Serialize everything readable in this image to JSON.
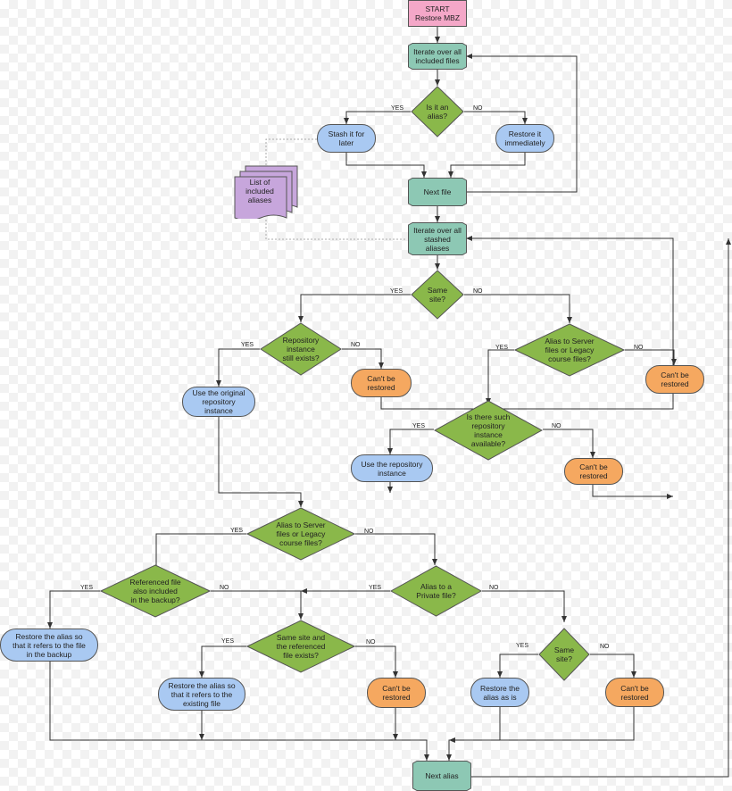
{
  "colors": {
    "start": "#f4a7c8",
    "process": "#8dc8b4",
    "decision": "#8ab84a",
    "blue": "#a9c9f2",
    "orange": "#f5a860",
    "doc": "#c7a6dc",
    "edge": "#333333"
  },
  "edge_labels": {
    "yes": "YES",
    "no": "NO"
  },
  "nodes": [
    {
      "id": "start",
      "kind": "start",
      "name": "start-node",
      "text": "START\nRestore MBZ"
    },
    {
      "id": "iter1",
      "kind": "process",
      "name": "iterate-files-node",
      "text": "Iterate over all\nincluded files"
    },
    {
      "id": "d_alias",
      "kind": "decision",
      "name": "is-alias-decision",
      "text": "Is it an\nalias?"
    },
    {
      "id": "stash",
      "kind": "blue",
      "name": "stash-node",
      "text": "Stash it for\nlater"
    },
    {
      "id": "restore_imm",
      "kind": "blue",
      "name": "restore-immediately-node",
      "text": "Restore it\nimmediately"
    },
    {
      "id": "doc",
      "kind": "doc",
      "name": "included-aliases-document",
      "text": "List of included\naliases"
    },
    {
      "id": "next_file",
      "kind": "process",
      "name": "next-file-node",
      "text": "Next file"
    },
    {
      "id": "iter2",
      "kind": "process",
      "name": "iterate-stashed-node",
      "text": "Iterate over all\nstashed\naliases"
    },
    {
      "id": "d_same1",
      "kind": "decision",
      "name": "same-site-decision",
      "text": "Same\nsite?"
    },
    {
      "id": "d_repo",
      "kind": "decision",
      "name": "repository-exists-decision",
      "text": "Repository\ninstance\nstill exists?"
    },
    {
      "id": "d_server1",
      "kind": "decision",
      "name": "server-files-decision-1",
      "text": "Alias to Server\nfiles or Legacy\ncourse files?"
    },
    {
      "id": "use_orig",
      "kind": "blue",
      "name": "use-original-repository-node",
      "text": "Use the original\nrepository\ninstance"
    },
    {
      "id": "cant1",
      "kind": "orange",
      "name": "cant-restore-node-1",
      "text": "Can't be\nrestored"
    },
    {
      "id": "cant2",
      "kind": "orange",
      "name": "cant-restore-node-2",
      "text": "Can't be\nrestored"
    },
    {
      "id": "d_such",
      "kind": "decision",
      "name": "repository-available-decision",
      "text": "Is there such\nrepository\ninstance\navailable?"
    },
    {
      "id": "use_repo",
      "kind": "blue",
      "name": "use-repository-node",
      "text": "Use the repository\ninstance"
    },
    {
      "id": "cant3",
      "kind": "orange",
      "name": "cant-restore-node-3",
      "text": "Can't be\nrestored"
    },
    {
      "id": "d_server2",
      "kind": "decision",
      "name": "server-files-decision-2",
      "text": "Alias to Server\nfiles or Legacy\ncourse files?"
    },
    {
      "id": "d_ref",
      "kind": "decision",
      "name": "referenced-file-decision",
      "text": "Referenced file\nalso included\nin the backup?"
    },
    {
      "id": "d_private",
      "kind": "decision",
      "name": "private-file-decision",
      "text": "Alias to a\nPrivate file?"
    },
    {
      "id": "restore_backup",
      "kind": "blue",
      "name": "restore-alias-backup-node",
      "text": "Restore the alias so\nthat it refers to the file\nin the backup"
    },
    {
      "id": "d_samesite_ref",
      "kind": "decision",
      "name": "same-site-referenced-decision",
      "text": "Same site and\nthe referenced\nfile exists?"
    },
    {
      "id": "d_same2",
      "kind": "decision",
      "name": "same-site-decision-2",
      "text": "Same\nsite?"
    },
    {
      "id": "restore_existing",
      "kind": "blue",
      "name": "restore-alias-existing-node",
      "text": "Restore the alias so\nthat it refers to the\nexisting file"
    },
    {
      "id": "cant4",
      "kind": "orange",
      "name": "cant-restore-node-4",
      "text": "Can't be\nrestored"
    },
    {
      "id": "restore_asis",
      "kind": "blue",
      "name": "restore-alias-as-is-node",
      "text": "Restore the\nalias as is"
    },
    {
      "id": "cant5",
      "kind": "orange",
      "name": "cant-restore-node-5",
      "text": "Can't be\nrestored"
    },
    {
      "id": "next_alias",
      "kind": "process",
      "name": "next-alias-node",
      "text": "Next alias"
    }
  ]
}
